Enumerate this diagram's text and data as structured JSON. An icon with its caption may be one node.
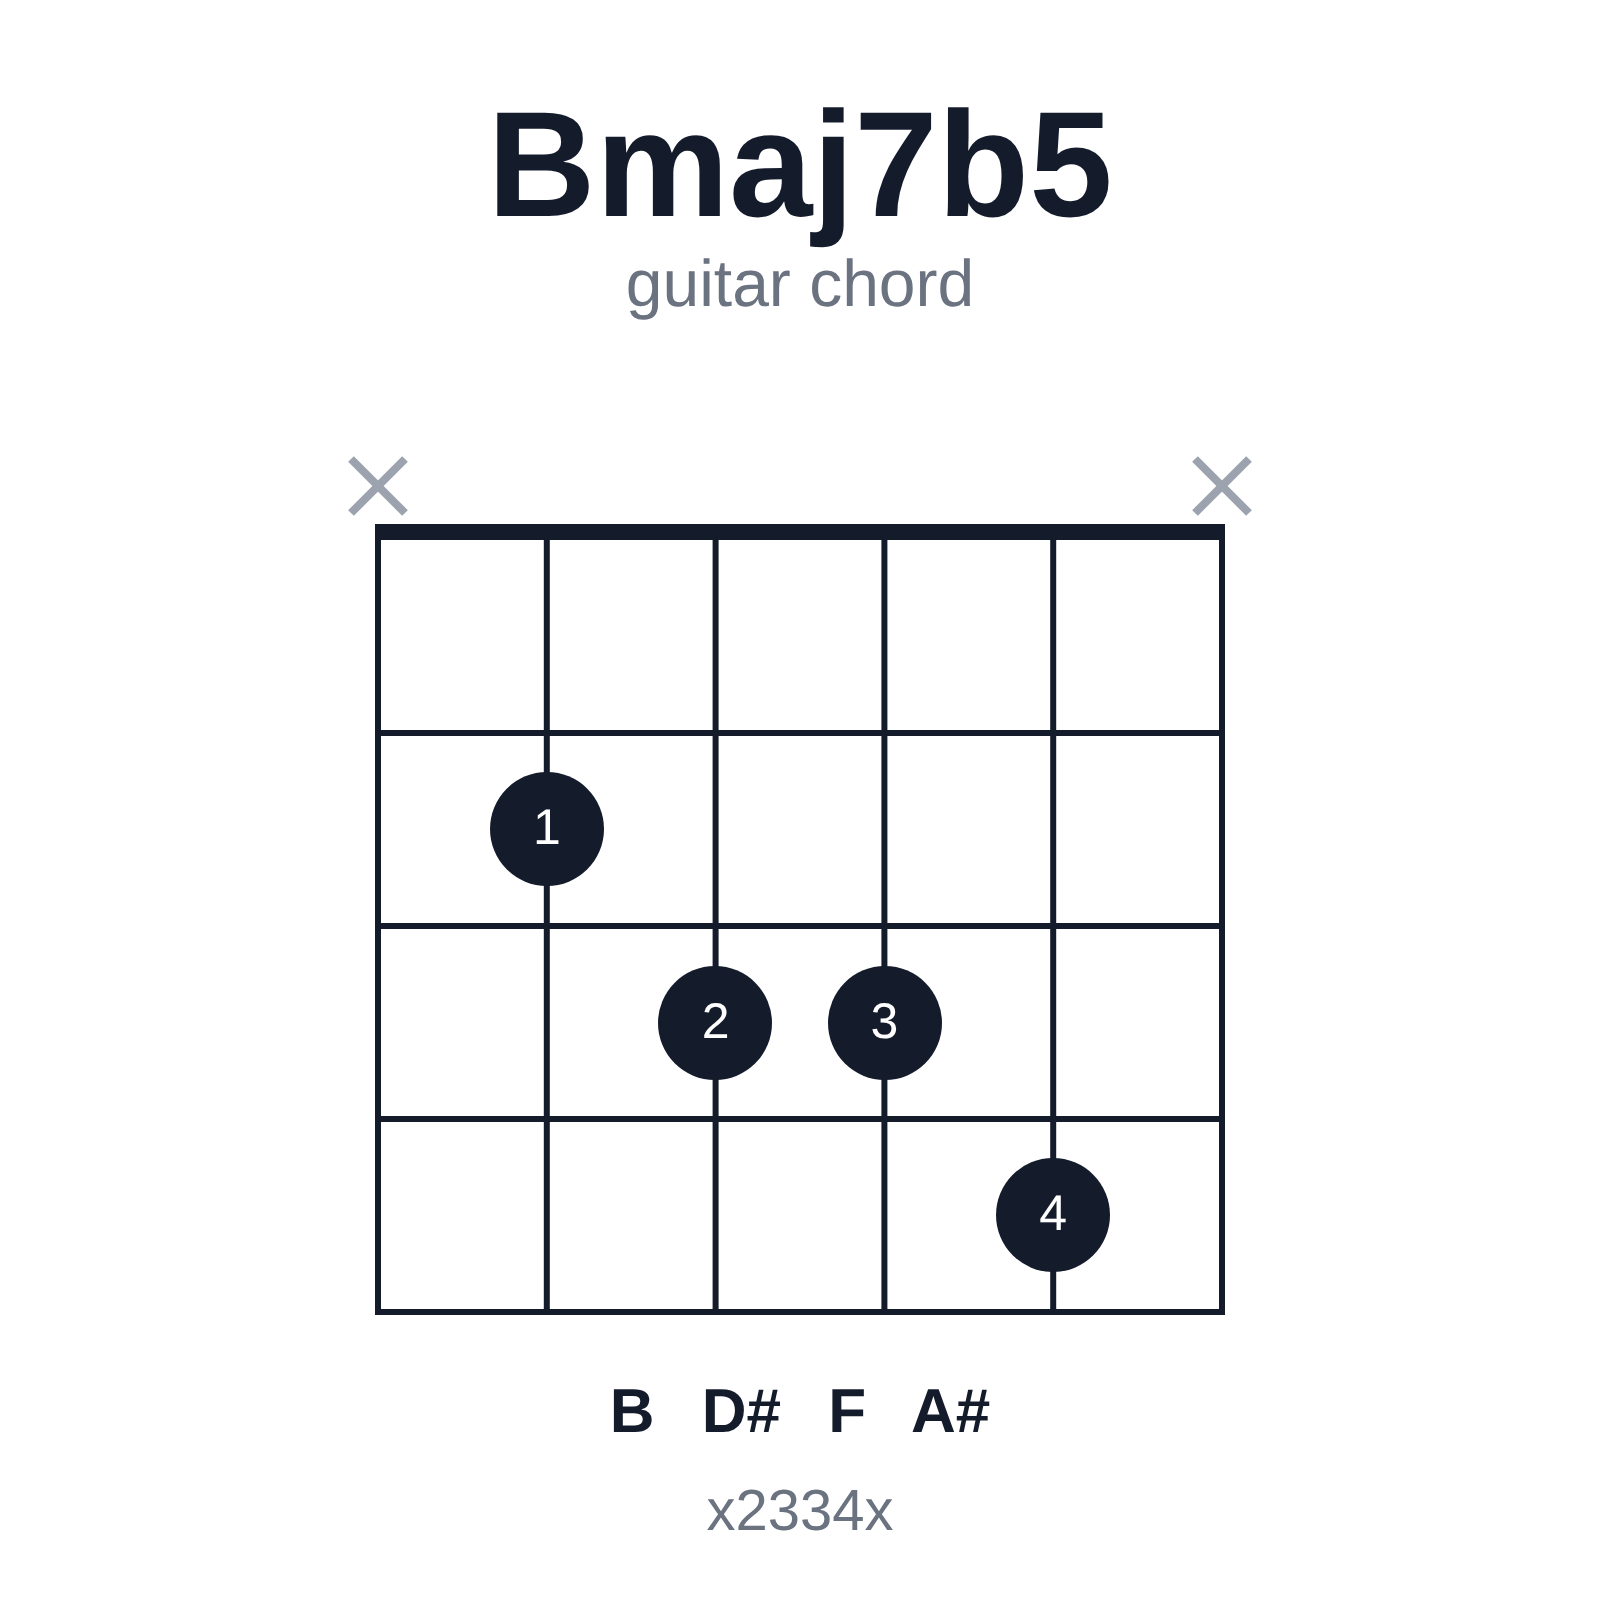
{
  "diagram": {
    "title": "Bmaj7b5",
    "nodes": [
      {
        "text": [
          "1"
        ]
      },
      {
        "text": [
          "2"
        ]
      },
      {
        "text": [
          "3"
        ]
      },
      {
        "text": [
          "4"
        ]
      }
    ],
    "labels": [
      "guitar chord",
      "B D# F A#",
      "x2334x"
    ]
  }
}
